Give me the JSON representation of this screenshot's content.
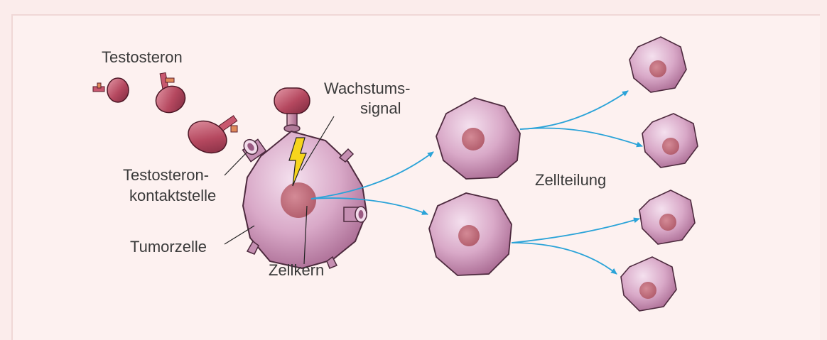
{
  "labels": {
    "testosteron": "Testosteron",
    "wachstums_line1": "Wachstums-",
    "wachstums_line2": "signal",
    "kontakt_line1": "Testosteron-",
    "kontakt_line2": "kontaktstelle",
    "tumorzelle": "Tumorzelle",
    "zellkern": "Zellkern",
    "zellteilung": "Zellteilung"
  },
  "colors": {
    "background": "#fbeceb",
    "panel": "#fdf1f0",
    "cell": "#cf9fbf",
    "nucleus": "#c6717f",
    "hormone": "#b5485f",
    "signal": "#f7d51c",
    "arrow": "#2aa3d8"
  }
}
